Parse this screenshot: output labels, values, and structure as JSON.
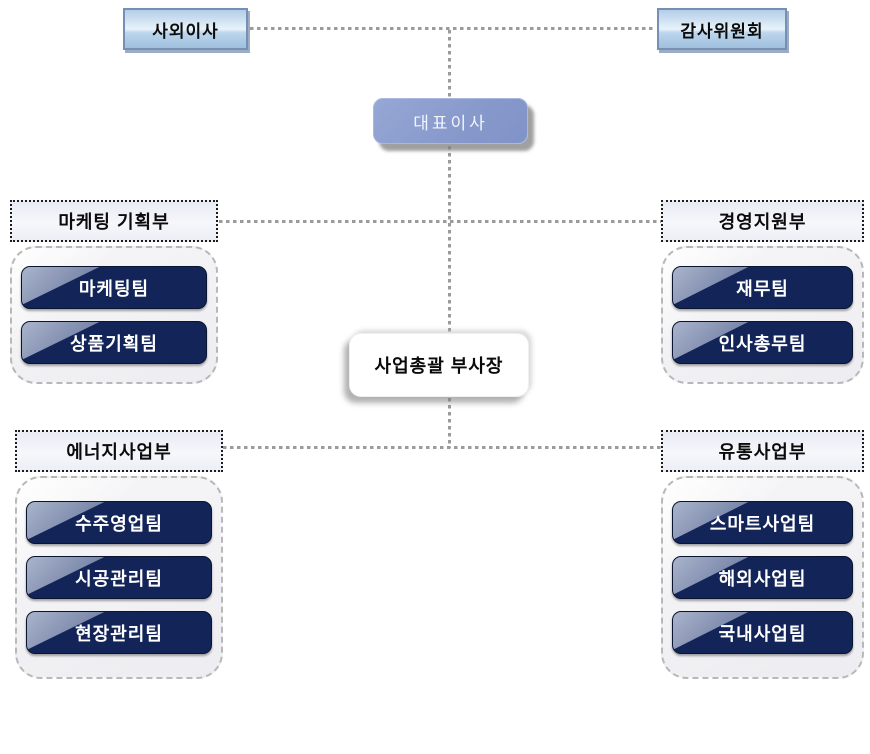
{
  "chart_title": "organization-chart",
  "colors": {
    "team_navy": "#132459",
    "ceo_periwinkle": "#8799cb",
    "gloss_blue_border": "#7590b4",
    "connector_gray": "#9b9b9b"
  },
  "nodes": {
    "outside_director": "사외이사",
    "audit_committee": "감사위원회",
    "ceo": "대표이사",
    "evp": "사업총괄 부사장"
  },
  "departments": [
    {
      "id": "marketing",
      "label": "마케팅 기획부",
      "teams": [
        "마케팅팀",
        "상품기획팀"
      ]
    },
    {
      "id": "support",
      "label": "경영지원부",
      "teams": [
        "재무팀",
        "인사총무팀"
      ]
    },
    {
      "id": "energy",
      "label": "에너지사업부",
      "teams": [
        "수주영업팀",
        "시공관리팀",
        "현장관리팀"
      ]
    },
    {
      "id": "distribution",
      "label": "유통사업부",
      "teams": [
        "스마트사업팀",
        "해외사업팀",
        "국내사업팀"
      ]
    }
  ]
}
